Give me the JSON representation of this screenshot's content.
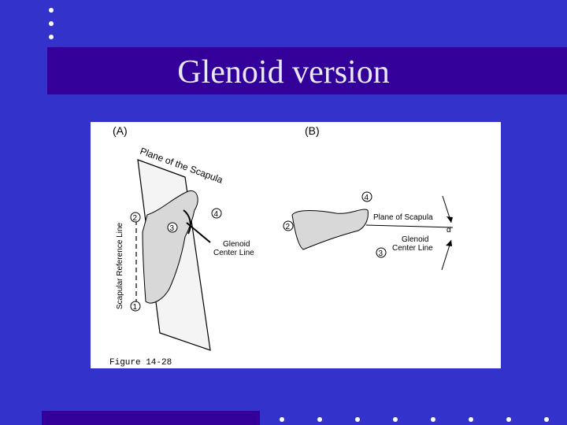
{
  "slide": {
    "title": "Glenoid version",
    "colors": {
      "background": "#3333cc",
      "title_bar": "#330099",
      "bottom_bar": "#330099",
      "dots": "#ffffff"
    }
  },
  "figure": {
    "panel_a_label": "(A)",
    "panel_b_label": "(B)",
    "plane_label_a": "Plane of the Scapula",
    "scapular_reference_line": "Scapular Reference Line",
    "markers_a": [
      "1",
      "2",
      "3",
      "4"
    ],
    "glenoid_center_line_a_1": "Glenoid",
    "glenoid_center_line_a_2": "Center Line",
    "markers_b": [
      "2",
      "3",
      "4"
    ],
    "plane_label_b": "Plane of Scapula",
    "glenoid_center_line_b_1": "Glenoid",
    "glenoid_center_line_b_2": "Center Line",
    "angle_symbol": "α",
    "caption": "Figure 14-28"
  }
}
